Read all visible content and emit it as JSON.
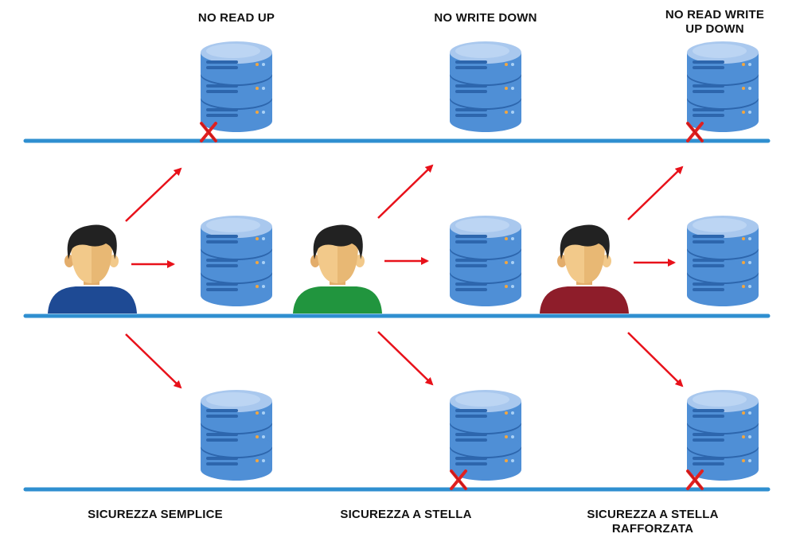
{
  "headers": {
    "no_read_up": "NO READ UP",
    "no_write_down": "NO WRITE DOWN",
    "no_read_write_line1": "NO READ WRITE",
    "no_read_write_line2": "UP DOWN"
  },
  "footers": {
    "simple": "SICUREZZA SEMPLICE",
    "star": "SICUREZZA A STELLA",
    "strong_line1": "SICUREZZA A STELLA",
    "strong_line2": "RAFFORZATA"
  },
  "colors": {
    "level_line": "#2f8fd0",
    "arrow": "#e8111a",
    "blocked_mark": "#e02020",
    "db_body": "#4f8fd6",
    "db_top": "#a9c8ee",
    "db_dark": "#2d66ad",
    "skin": "#f2c98a",
    "skin_shade": "#e3ad6b",
    "hair": "#222222",
    "user_simple_shirt": "#1e4a94",
    "user_star_shirt": "#21953e",
    "user_strong_shirt": "#8e1d2a"
  },
  "icons": [
    "database-icon",
    "user-icon",
    "arrow-icon",
    "blocked-x-icon"
  ]
}
